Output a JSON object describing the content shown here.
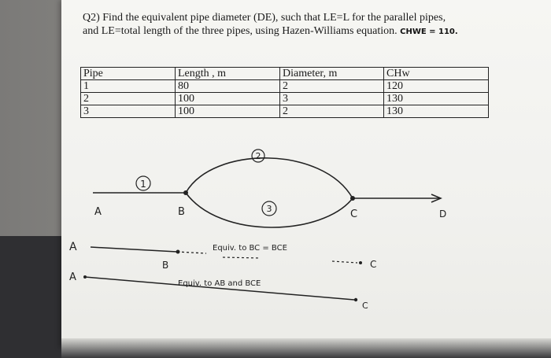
{
  "question": {
    "line1": "Q2) Find the equivalent pipe diameter (DE), such that LE=L for the parallel pipes,",
    "line2": "and LE=total length of the three pipes, using Hazen-Williams equation.",
    "note": "CHWE = 110."
  },
  "table": {
    "headers": [
      "Pipe",
      "Length , m",
      "Diameter, m",
      "CHw"
    ],
    "rows": [
      [
        "1",
        "80",
        "2",
        "120"
      ],
      [
        "2",
        "100",
        "3",
        "130"
      ],
      [
        "3",
        "100",
        "2",
        "130"
      ]
    ]
  },
  "sketch": {
    "pipe1_label": "1",
    "pipe2_label": "2",
    "pipe3_label": "3",
    "node_a": "A",
    "node_b": "B",
    "node_c": "C",
    "node_d": "D",
    "equiv_bc": "Equiv. to BC = BCE",
    "equiv_all": "Equiv. to AB and BCE"
  }
}
